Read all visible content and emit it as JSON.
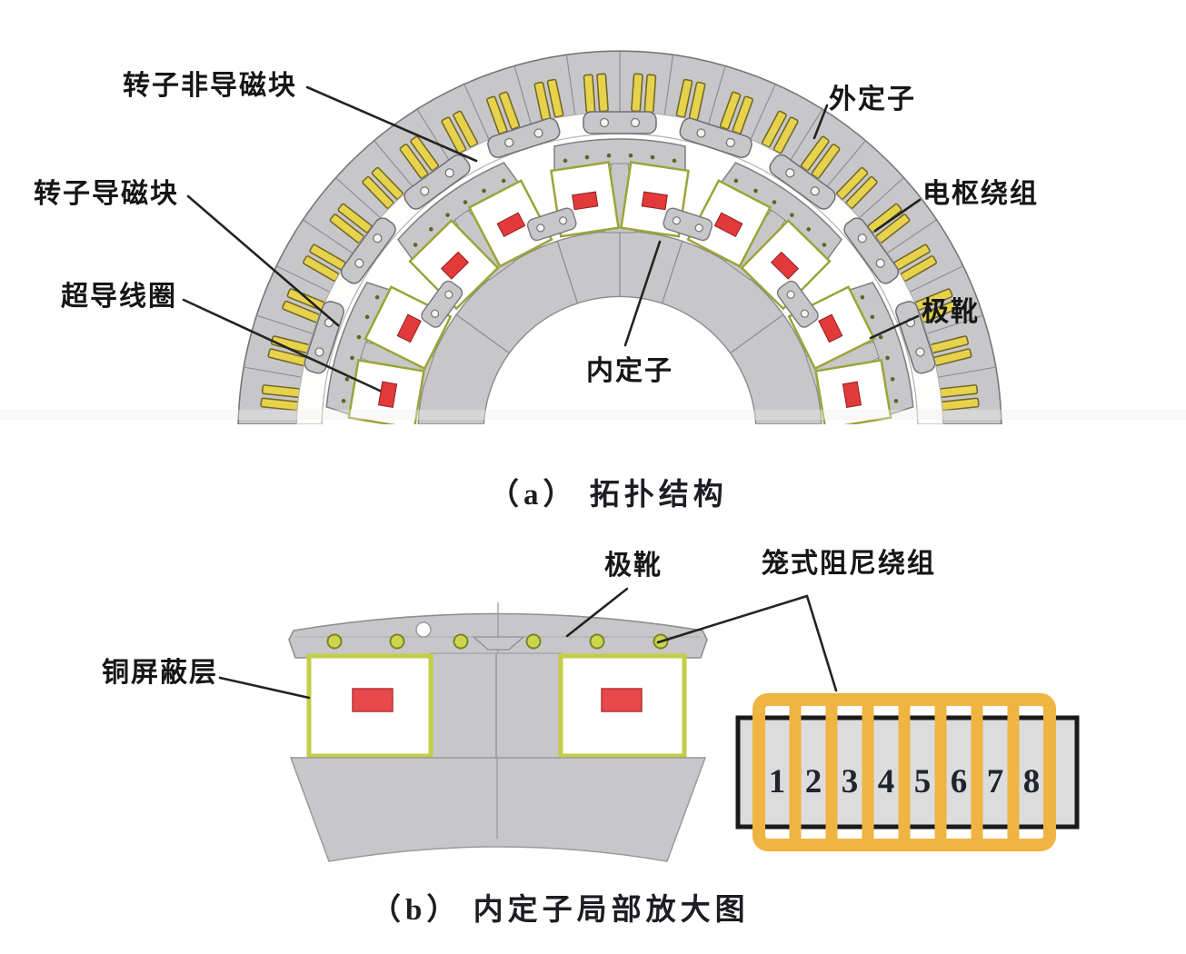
{
  "figure": {
    "type": "technical-diagram",
    "subject": "superconducting machine cross-section with double stator and inner-stator enlargement"
  },
  "part_a": {
    "caption": "（a） 拓扑结构",
    "labels": [
      {
        "id": "rotor-nonmagnetic-block",
        "text": "转子非导磁块"
      },
      {
        "id": "rotor-magnetic-block",
        "text": "转子导磁块"
      },
      {
        "id": "superconducting-coil",
        "text": "超导线圈"
      },
      {
        "id": "outer-stator",
        "text": "外定子"
      },
      {
        "id": "armature-winding",
        "text": "电枢绕组"
      },
      {
        "id": "pole-shoe",
        "text": "极靴"
      },
      {
        "id": "inner-stator",
        "text": "内定子"
      }
    ]
  },
  "part_b": {
    "caption": "（b） 内定子局部放大图",
    "labels": [
      {
        "id": "pole-shoe",
        "text": "极靴"
      },
      {
        "id": "cage-damper-winding",
        "text": "笼式阻尼绕组"
      },
      {
        "id": "copper-shield-layer",
        "text": "铜屏蔽层"
      }
    ],
    "cage_numbers": [
      "1",
      "2",
      "3",
      "4",
      "5",
      "6",
      "7",
      "8"
    ]
  },
  "colors": {
    "steel_gray": "#c7c7ca",
    "winding_yellow": "#e7d34b",
    "coil_red": "#e23a3b",
    "shield_olive": "#c2ce45",
    "cage_orange": "#efb441",
    "line_dark": "#222222"
  }
}
